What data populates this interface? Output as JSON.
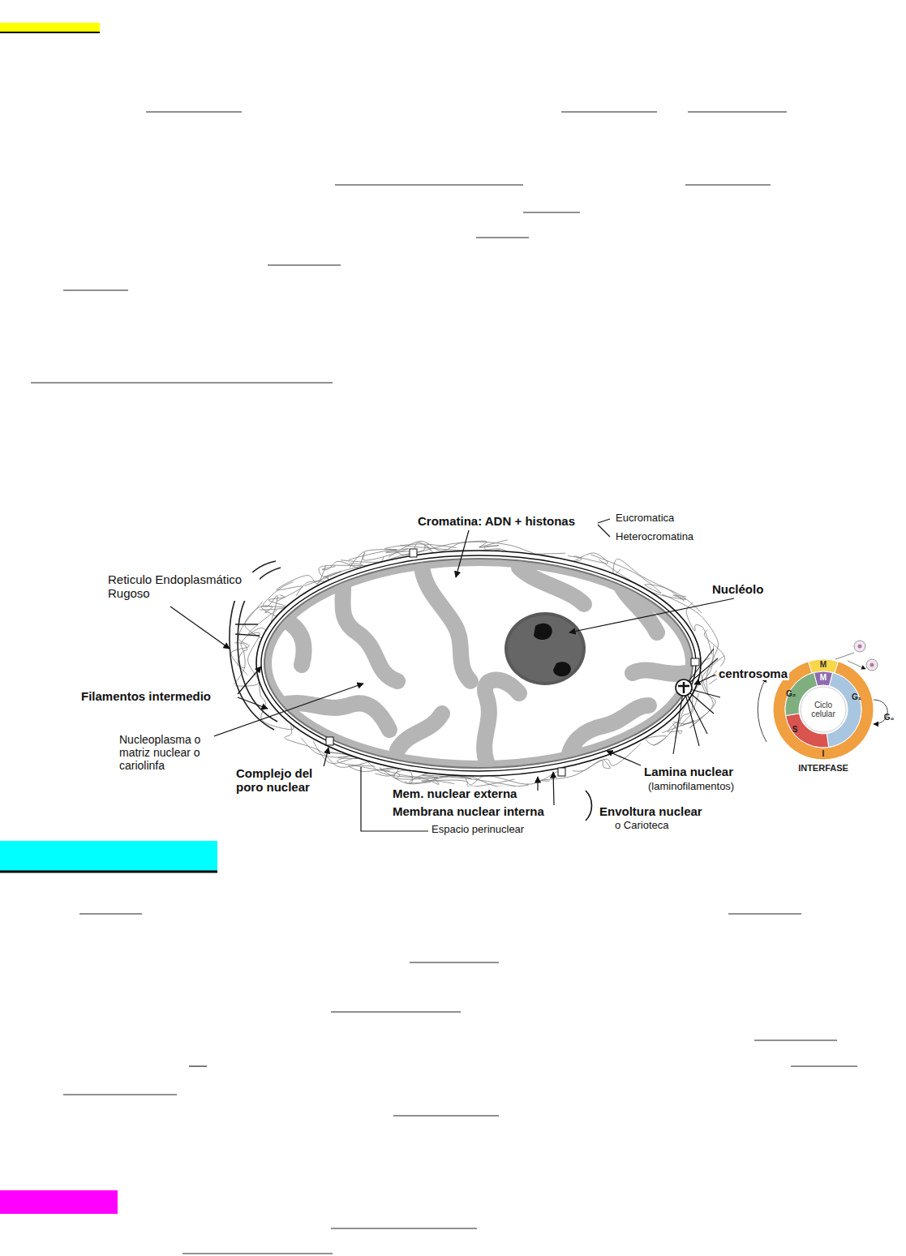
{
  "diagram": {
    "nodes": [
      {
        "text": [
          "Ciclo celular"
        ]
      }
    ],
    "labels": [
      "Cromatina: ADN + histonas",
      "Eucromatica",
      "Heterocromatina",
      "Reticulo Endoplasmático Rugoso",
      "Nucléolo",
      "Filamentos intermedio",
      "centrosoma",
      "Nucleoplasma o matriz nuclear o cariolinfa",
      "Complejo del poro nuclear",
      "Lamina nuclear",
      "(laminofilamentos)",
      "Mem. nuclear externa",
      "Membrana nuclear interna",
      "Envoltura nuclear",
      "o Carioteca",
      "Espacio perinuclear",
      "M",
      "M",
      "G₂",
      "G₁",
      "G₀",
      "S",
      "I",
      "INTERFASE"
    ]
  }
}
